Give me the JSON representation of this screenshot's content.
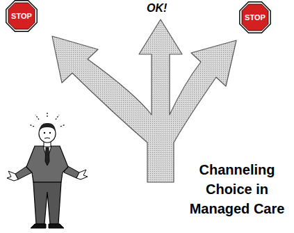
{
  "diagram": {
    "title": "Channeling Choice in Managed Care",
    "nodes": [
      {
        "text": [
          "STOP"
        ]
      },
      {
        "text": [
          "STOP"
        ]
      }
    ],
    "labels": [
      "OK!"
    ]
  }
}
